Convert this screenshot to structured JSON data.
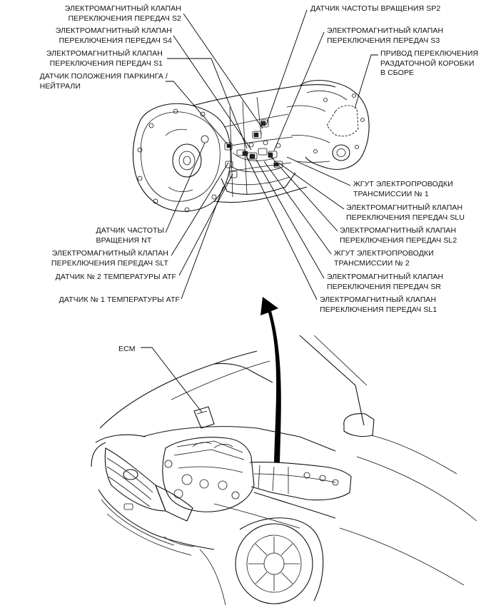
{
  "labels": {
    "s2": [
      "ЭЛЕКТРОМАГНИТНЫЙ КЛАПАН",
      "ПЕРЕКЛЮЧЕНИЯ ПЕРЕДАЧ S2"
    ],
    "s4": [
      "ЭЛЕКТРОМАГНИТНЫЙ КЛАПАН",
      "ПЕРЕКЛЮЧЕНИЯ ПЕРЕДАЧ S4"
    ],
    "s1": [
      "ЭЛЕКТРОМАГНИТНЫЙ КЛАПАН",
      "ПЕРЕКЛЮЧЕНИЯ ПЕРЕДАЧ S1"
    ],
    "park": [
      "ДАТЧИК ПОЛОЖЕНИЯ ПАРКИНГА /",
      "НЕЙТРАЛИ"
    ],
    "nt": [
      "ДАТЧИК ЧАСТОТЫ",
      "ВРАЩЕНИЯ NT"
    ],
    "slt": [
      "ЭЛЕКТРОМАГНИТНЫЙ КЛАПАН",
      "ПЕРЕКЛЮЧЕНИЯ ПЕРЕДАЧ SLT"
    ],
    "atf2": [
      "ДАТЧИК № 2 ТЕМПЕРАТУРЫ ATF"
    ],
    "atf1": [
      "ДАТЧИК № 1 ТЕМПЕРАТУРЫ ATF"
    ],
    "sp2": [
      "ДАТЧИК ЧАСТОТЫ ВРАЩЕНИЯ SP2"
    ],
    "s3": [
      "ЭЛЕКТРОМАГНИТНЫЙ КЛАПАН",
      "ПЕРЕКЛЮЧЕНИЯ ПЕРЕДАЧ S3"
    ],
    "transfer": [
      "ПРИВОД ПЕРЕКЛЮЧЕНИЯ",
      "РАЗДАТОЧНОЙ КОРОБКИ",
      "В СБОРЕ"
    ],
    "harness1": [
      "ЖГУТ ЭЛЕКТРОПРОВОДКИ",
      "ТРАНСМИССИИ № 1"
    ],
    "slu": [
      "ЭЛЕКТРОМАГНИТНЫЙ КЛАПАН",
      "ПЕРЕКЛЮЧЕНИЯ ПЕРЕДАЧ SLU"
    ],
    "sl2": [
      "ЭЛЕКТРОМАГНИТНЫЙ КЛАПАН",
      "ПЕРЕКЛЮЧЕНИЯ ПЕРЕДАЧ SL2"
    ],
    "harness2": [
      "ЖГУТ ЭЛЕКТРОПРОВОДКИ",
      "ТРАНСМИССИИ № 2"
    ],
    "sr": [
      "ЭЛЕКТРОМАГНИТНЫЙ КЛАПАН",
      "ПЕРЕКЛЮЧЕНИЯ ПЕРЕДАЧ SR"
    ],
    "sl1": [
      "ЭЛЕКТРОМАГНИТНЫЙ КЛАПАН",
      "ПЕРЕКЛЮЧЕНИЯ ПЕРЕДАЧ SL1"
    ],
    "ecm": [
      "ECM"
    ]
  },
  "icons": [
    "transmission-illustration",
    "vehicle-illustration",
    "location-arrow-icon"
  ]
}
